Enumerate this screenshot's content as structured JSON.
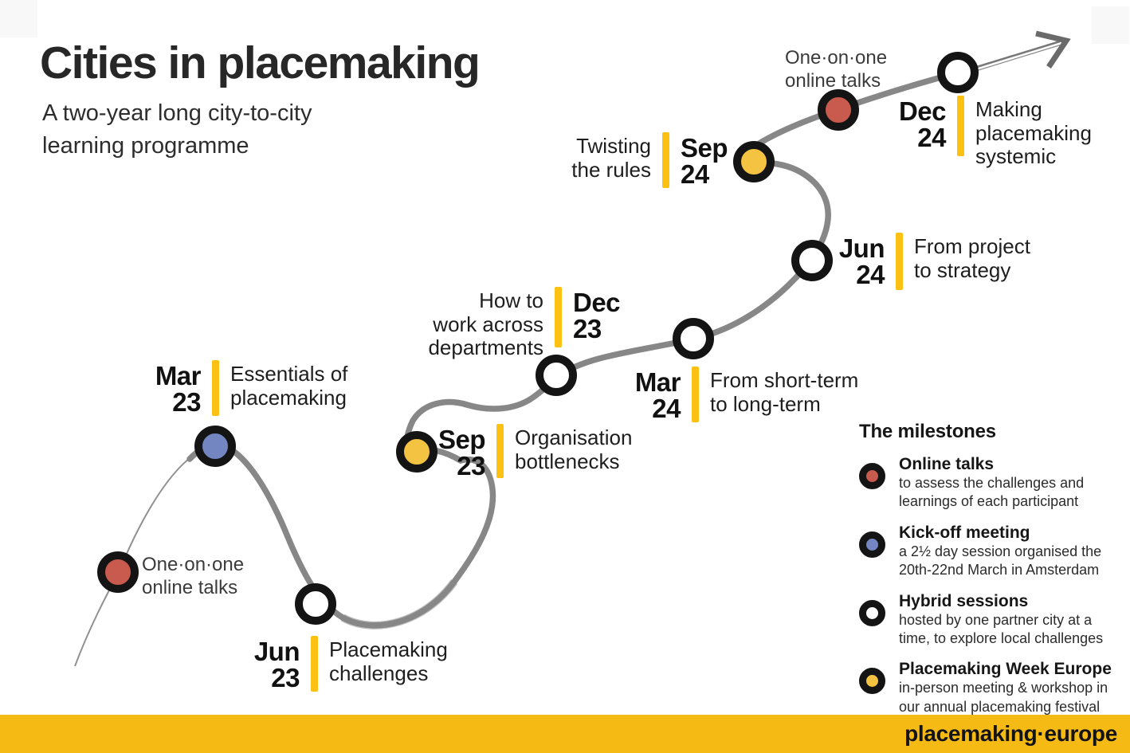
{
  "header": {
    "title": "Cities in placemaking",
    "subtitle_lines": [
      "A two-year long city-to-city",
      "learning programme"
    ]
  },
  "milestones": [
    {
      "month": "Mar",
      "year": "23",
      "type": "kickoff",
      "label_lines": [
        "Essentials of",
        "placemaking"
      ]
    },
    {
      "month": "Jun",
      "year": "23",
      "type": "hybrid",
      "label_lines": [
        "Placemaking",
        "challenges"
      ]
    },
    {
      "month": "Sep",
      "year": "23",
      "type": "pwe",
      "label_lines": [
        "Organisation",
        "bottlenecks"
      ]
    },
    {
      "month": "Dec",
      "year": "23",
      "type": "hybrid",
      "label_lines": [
        "How to",
        "work across",
        "departments"
      ]
    },
    {
      "month": "Mar",
      "year": "24",
      "type": "hybrid",
      "label_lines": [
        "From short-term",
        "to long-term"
      ]
    },
    {
      "month": "Jun",
      "year": "24",
      "type": "hybrid",
      "label_lines": [
        "From project",
        "to strategy"
      ]
    },
    {
      "month": "Sep",
      "year": "24",
      "type": "pwe",
      "label_lines": [
        "Twisting",
        "the rules"
      ]
    },
    {
      "month": "Dec",
      "year": "24",
      "type": "hybrid",
      "label_lines": [
        "Making",
        "placemaking",
        "systemic"
      ]
    }
  ],
  "annotations": {
    "online_talks_start": {
      "lines": [
        "One·on·one",
        "online talks"
      ]
    },
    "online_talks_end": {
      "lines": [
        "One·on·one",
        "online talks"
      ]
    }
  },
  "legend": {
    "title": "The milestones",
    "items": [
      {
        "type": "online-talks",
        "color": "#c95b4e",
        "title": "Online talks",
        "desc_lines": [
          "to assess the challenges and",
          "learnings of each participant"
        ]
      },
      {
        "type": "kickoff-meeting",
        "color": "#7486c1",
        "title": "Kick-off meeting",
        "desc_lines": [
          "a 2½ day session organised the",
          "20th-22nd March in Amsterdam"
        ]
      },
      {
        "type": "hybrid-sessions",
        "color": "#ffffff",
        "title": "Hybrid sessions",
        "desc_lines": [
          "hosted by one partner city at a",
          "time, to explore local challenges"
        ]
      },
      {
        "type": "placemaking-week-europe",
        "color": "#f5c342",
        "title": "Placemaking Week Europe",
        "desc_lines": [
          "in-person meeting & workshop in",
          "our annual placemaking festival"
        ]
      }
    ]
  },
  "footer": {
    "brand": "placemaking·europe"
  },
  "colors": {
    "node_red": "#c95b4e",
    "node_blue": "#7486c1",
    "node_yellow": "#f5c342",
    "node_white": "#ffffff",
    "node_ring": "#141414",
    "accent_bar_yellow": "#fdc113",
    "footer_yellow": "#f6ba15",
    "path_gray": "#878787",
    "title_black": "#272727"
  }
}
